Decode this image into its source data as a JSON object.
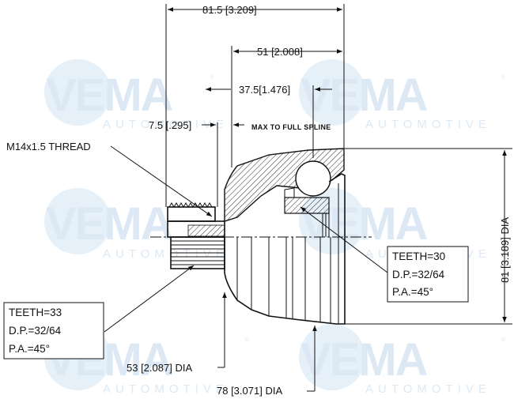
{
  "watermark": {
    "brand": "VEMA",
    "subtitle": "AUTOMOTIVE",
    "registered": "®"
  },
  "dimensions": {
    "overall_length": "81.5 [3.209]",
    "mid_length": "51 [2.008]",
    "spline_length": "37.5[1.476]",
    "thread_length": "7.5 [.295]",
    "spline_note": "MAX TO FULL SPLINE",
    "thread": "M14x1.5 THREAD",
    "outer_dia": "81 [3.189] DIA",
    "seal_dia": "53 [2.087] DIA",
    "body_dia": "78 [3.071] DIA"
  },
  "inner_spline": {
    "teeth": "TEETH=30",
    "dp": "D.P.=32/64",
    "pa": "P.A.=45°"
  },
  "outer_spline": {
    "teeth": "TEETH=33",
    "dp": "D.P.=32/64",
    "pa": "P.A.=45°"
  }
}
